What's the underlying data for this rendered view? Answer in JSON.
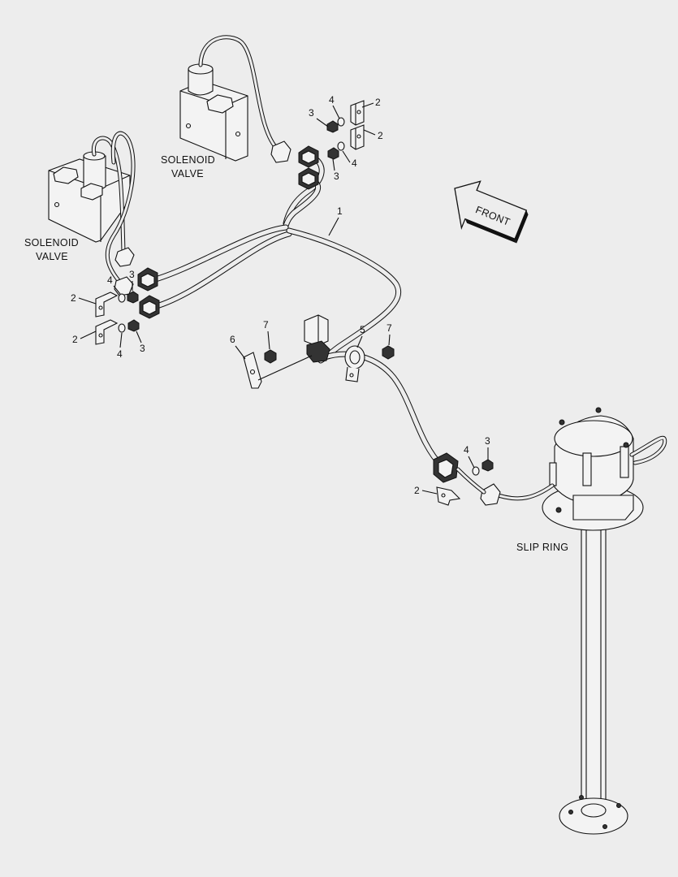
{
  "components": {
    "solenoid_valve_upper": "SOLENOID\nVALVE",
    "solenoid_valve_upper_line1": "SOLENOID",
    "solenoid_valve_upper_line2": "VALVE",
    "solenoid_valve_left_line1": "SOLENOID",
    "solenoid_valve_left_line2": "VALVE",
    "slip_ring": "SLIP RING",
    "front_arrow": "FRONT"
  },
  "callouts": {
    "harness": "1",
    "bracket": "2",
    "bolt": "3",
    "washer": "4",
    "clamp": "5",
    "plate": "6",
    "screw": "7"
  }
}
